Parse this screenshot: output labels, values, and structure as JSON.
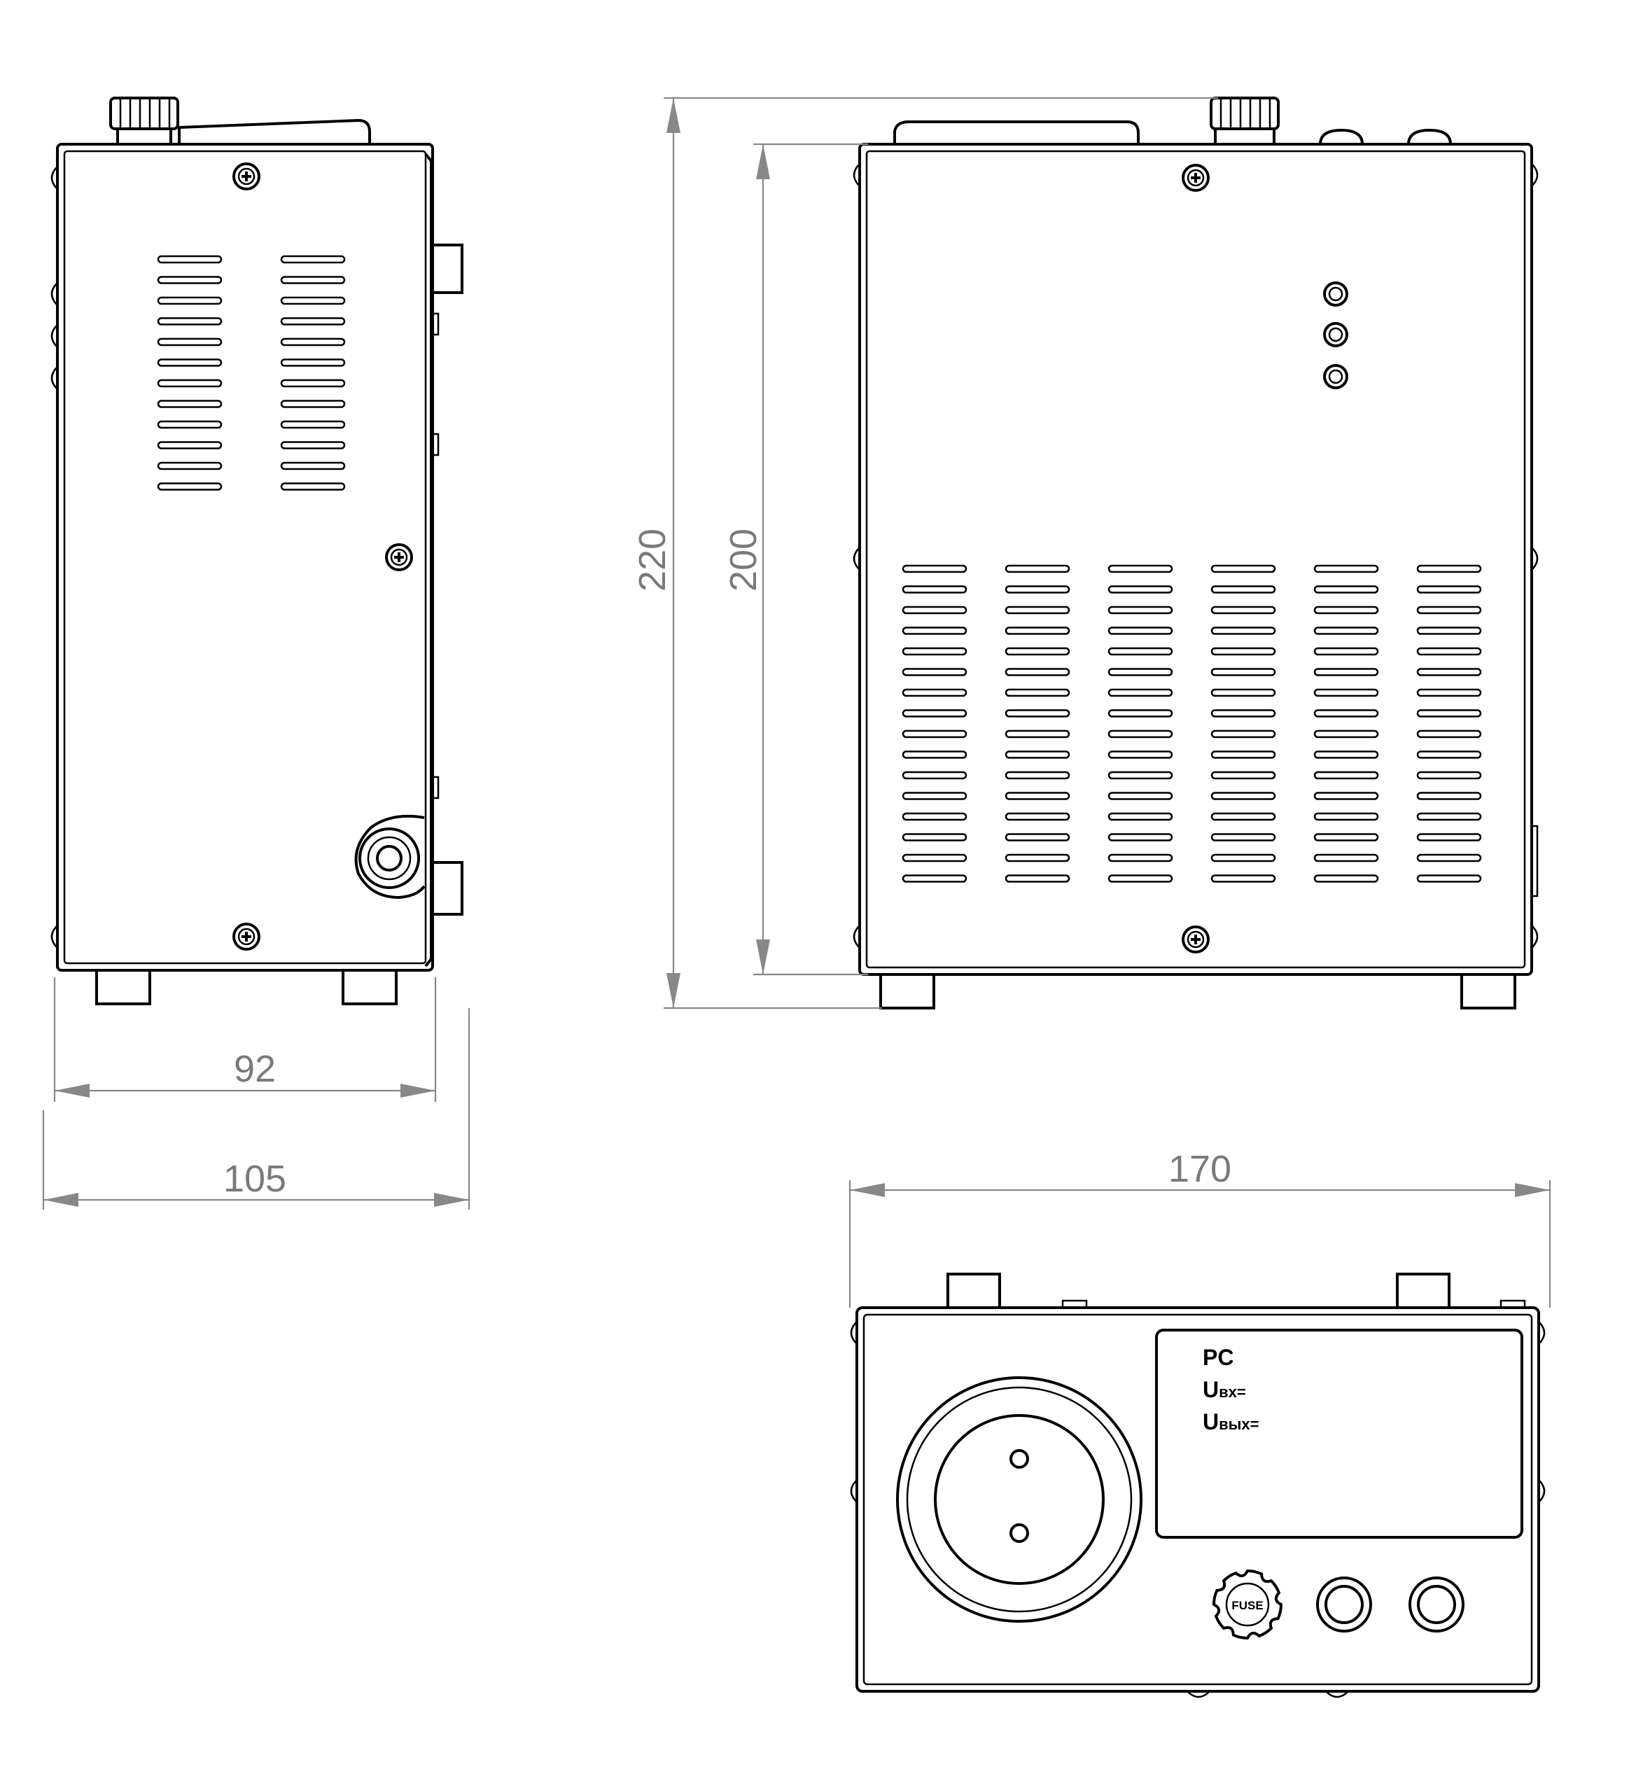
{
  "dimensions": {
    "side_width_inner": "92",
    "side_width_outer": "105",
    "height_body": "200",
    "height_total": "220",
    "front_width": "170"
  },
  "panel": {
    "line1": "PC",
    "line2_main": "U",
    "line2_sub": "вх=",
    "line3_main": "U",
    "line3_sub": "вых="
  },
  "fuse_label": "FUSE",
  "colors": {
    "outline": "#000000",
    "dimension": "#888888"
  }
}
